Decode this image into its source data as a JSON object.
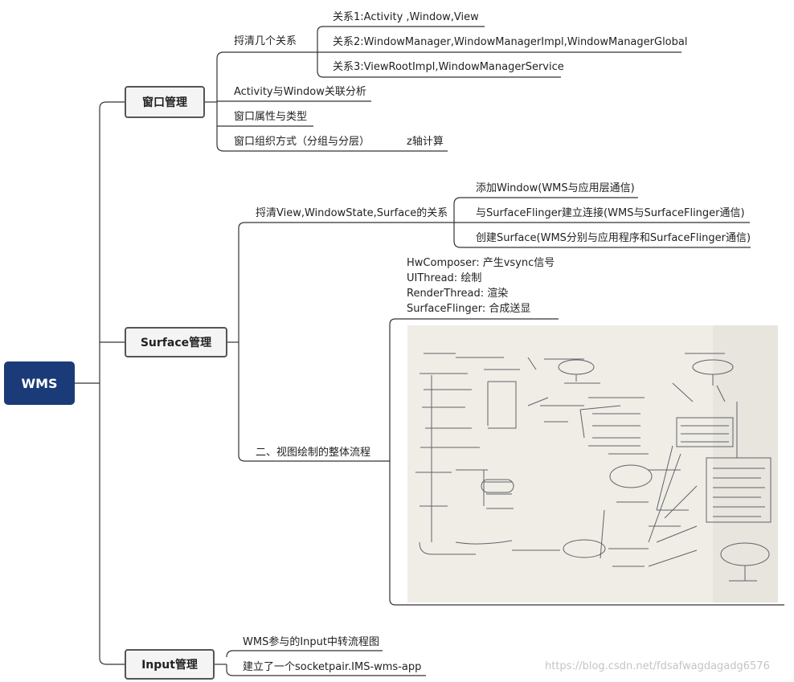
{
  "root": {
    "label": "WMS"
  },
  "window_mgmt": {
    "label": "窗口管理",
    "relations_label": "捋清几个关系",
    "relations": [
      "关系1:Activity ,Window,View",
      "关系2:WindowManager,WindowManagerImpl,WindowManagerGlobal",
      "关系3:ViewRootImpl,WindowManagerService"
    ],
    "activity_window": "Activity与Window关联分析",
    "attrs_types": "窗口属性与类型",
    "org": "窗口组织方式（分组与分层）",
    "z_axis": "z轴计算"
  },
  "surface_mgmt": {
    "label": "Surface管理",
    "relation_label": "捋清View,WindowState,Surface的关系",
    "relation_items": [
      "添加Window(WMS与应用层通信)",
      "与SurfaceFlinger建立连接(WMS与SurfaceFlinger通信)",
      "创建Surface(WMS分别与应用程序和SurfaceFlinger通信)"
    ],
    "flow_label": "二、视图绘制的整体流程",
    "flow_notes": [
      "HwComposer: 产生vsync信号",
      "UIThread: 绘制",
      "RenderThread: 渲染",
      "SurfaceFlinger: 合成送显"
    ]
  },
  "input_mgmt": {
    "label": "Input管理",
    "items": [
      "WMS参与的Input中转流程图",
      "建立了一个socketpair.IMS-wms-app"
    ]
  },
  "watermark": "https://blog.csdn.net/fdsafwagdagadg6576"
}
